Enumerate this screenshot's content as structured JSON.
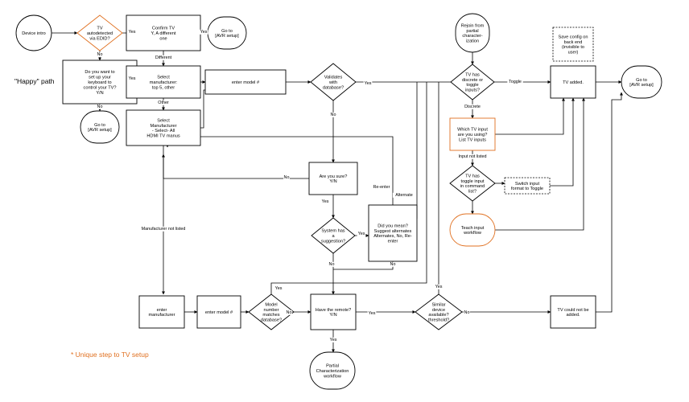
{
  "colors": {
    "stroke": "#000000",
    "accent": "#e07020",
    "fill": "#ffffff"
  },
  "legend": {
    "happy_path": "\"Happy\" path",
    "unique_step": "* Unique step to TV setup"
  },
  "nodes": {
    "device_intro": [
      "Device intro"
    ],
    "tv_autodetected": [
      "TV",
      "autodetected",
      "via EDID?"
    ],
    "confirm_tv": [
      "Confirm TV",
      "Y, A different",
      "one"
    ],
    "goto_avr_1": [
      "Go to",
      "[AVR setup]"
    ],
    "setup_keyboard": [
      "Do you want to",
      "set up your",
      "keyboard to",
      "control your TV?",
      "Y/N"
    ],
    "goto_avr_2": [
      "Go to",
      "[AVR setup]"
    ],
    "select_manufacturer_top5": [
      "Select",
      "manufacturer:",
      "top 5, other"
    ],
    "select_manufacturer_all": [
      "Select",
      "Manufacturer",
      "- Select- All",
      "HDMI TV manus"
    ],
    "enter_model_1": [
      "enter model #"
    ],
    "validates_db": [
      "Validates",
      "with",
      "database?"
    ],
    "are_you_sure": [
      "Are you sure?",
      "Y/N"
    ],
    "system_suggestion": [
      "System has",
      "a",
      "suggestion?"
    ],
    "did_you_mean": [
      "Did you mean?",
      "Suggest alternates",
      "Alternates, No, Re-",
      "enter"
    ],
    "enter_manufacturer": [
      "enter",
      "manufacturer"
    ],
    "enter_model_2": [
      "enter model #"
    ],
    "model_matches": [
      "Model",
      "number",
      "matches",
      "database?"
    ],
    "have_remote": [
      "Have the remote?",
      "Y/N"
    ],
    "partial_char": [
      "Partial",
      "Characterization",
      "workflow"
    ],
    "similar_device": [
      "Similar",
      "device",
      "available?",
      "threshold?"
    ],
    "tv_not_added": [
      "TV could not be",
      "added."
    ],
    "rejoin": [
      "Rejoin from",
      "partial",
      "character-",
      "ization"
    ],
    "discrete_toggle": [
      "TV has",
      "discrete or",
      "toggle",
      "inputs?"
    ],
    "which_input": [
      "Which TV input",
      "are you using?",
      "List TV inputs"
    ],
    "toggle_in_list": [
      "TV has",
      "toggle input",
      "in command",
      "list?"
    ],
    "teach_input": [
      "Teach input",
      "workflow"
    ],
    "switch_input": [
      "Switch input",
      "format to Toggle"
    ],
    "tv_added": [
      "TV added."
    ],
    "goto_avr_3": [
      "Go to",
      "[AVR setup]"
    ],
    "save_config": [
      "Save config on",
      "back end",
      "(invisible to",
      "user)"
    ]
  },
  "edge_labels": {
    "yes": "Yes",
    "no": "No",
    "different": "Different",
    "other": "Other",
    "manufacturer_not_listed": "Manufacturer not listed",
    "re_enter": "Re-enter",
    "alternate": "Alternate",
    "toggle": "Toggle",
    "discrete": "Discrete",
    "input_not_listed": "Input not listed"
  }
}
